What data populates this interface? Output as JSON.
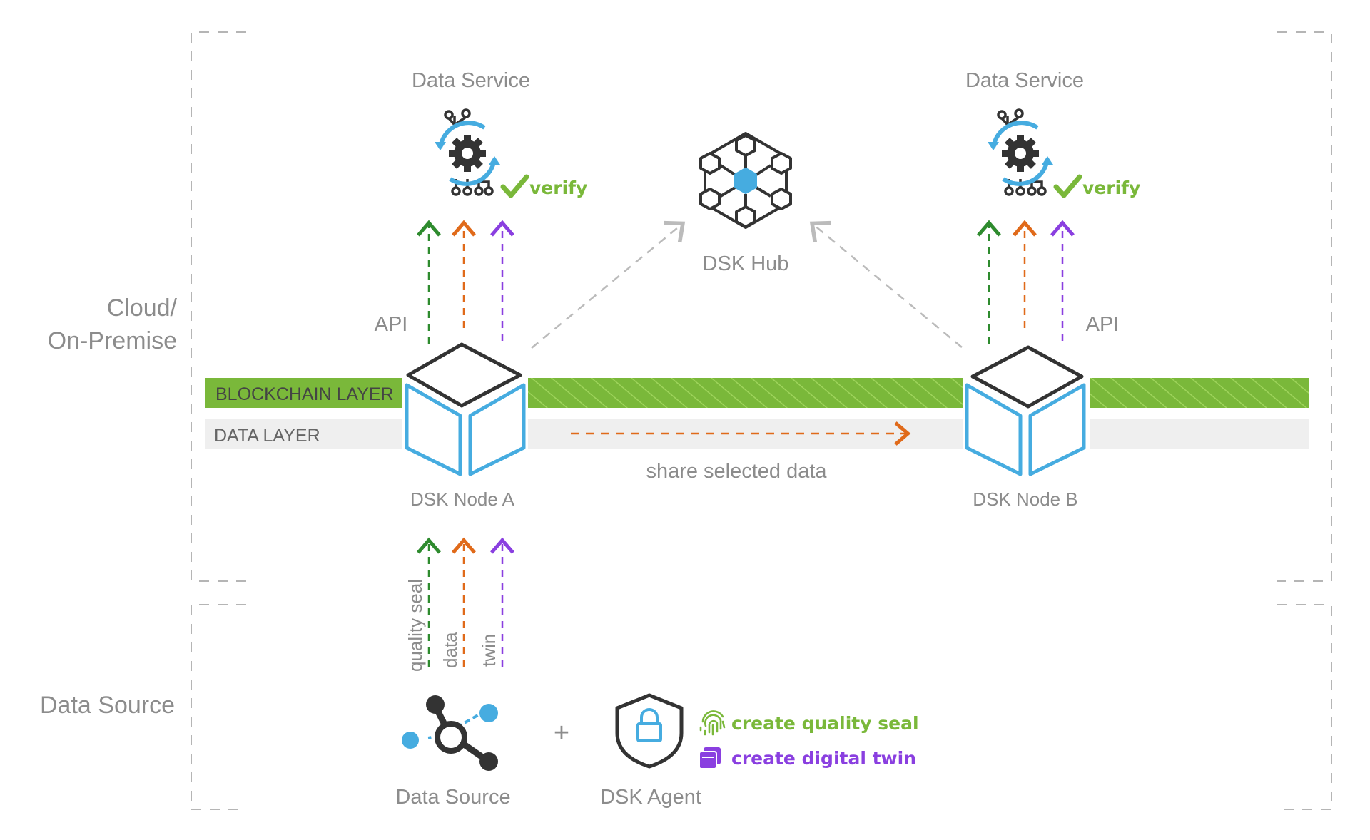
{
  "zones": {
    "cloud_label_line1": "Cloud/",
    "cloud_label_line2": "On-Premise",
    "source_label": "Data Source"
  },
  "layers": {
    "blockchain": "BLOCKCHAIN LAYER",
    "data": "DATA LAYER"
  },
  "services": {
    "left_title": "Data Service",
    "right_title": "Data Service",
    "verify": "verify"
  },
  "api": {
    "label": "API"
  },
  "hub": {
    "label": "DSK Hub"
  },
  "nodes": {
    "a": "DSK Node A",
    "b": "DSK Node B"
  },
  "share": {
    "label": "share selected data"
  },
  "streams": {
    "quality_seal": "quality seal",
    "data": "data",
    "twin": "twin"
  },
  "source": {
    "label": "Data Source",
    "plus": "+"
  },
  "agent": {
    "label": "DSK Agent",
    "create_seal": "create quality seal",
    "create_twin": "create digital twin"
  },
  "colors": {
    "green": "#7ab83a",
    "dark_green": "#2e8b2e",
    "orange": "#e06a1a",
    "purple": "#8a3fe0",
    "blue": "#46ace0",
    "gray_text": "#8c8c8c",
    "dark": "#333333"
  },
  "icons": {
    "service": "gear-cycle-icon",
    "hub": "hub-network-icon",
    "node": "cube-icon",
    "source": "network-node-icon",
    "agent": "shield-lock-icon",
    "seal": "fingerprint-icon",
    "twin": "stacked-cards-icon",
    "check": "check-icon"
  }
}
